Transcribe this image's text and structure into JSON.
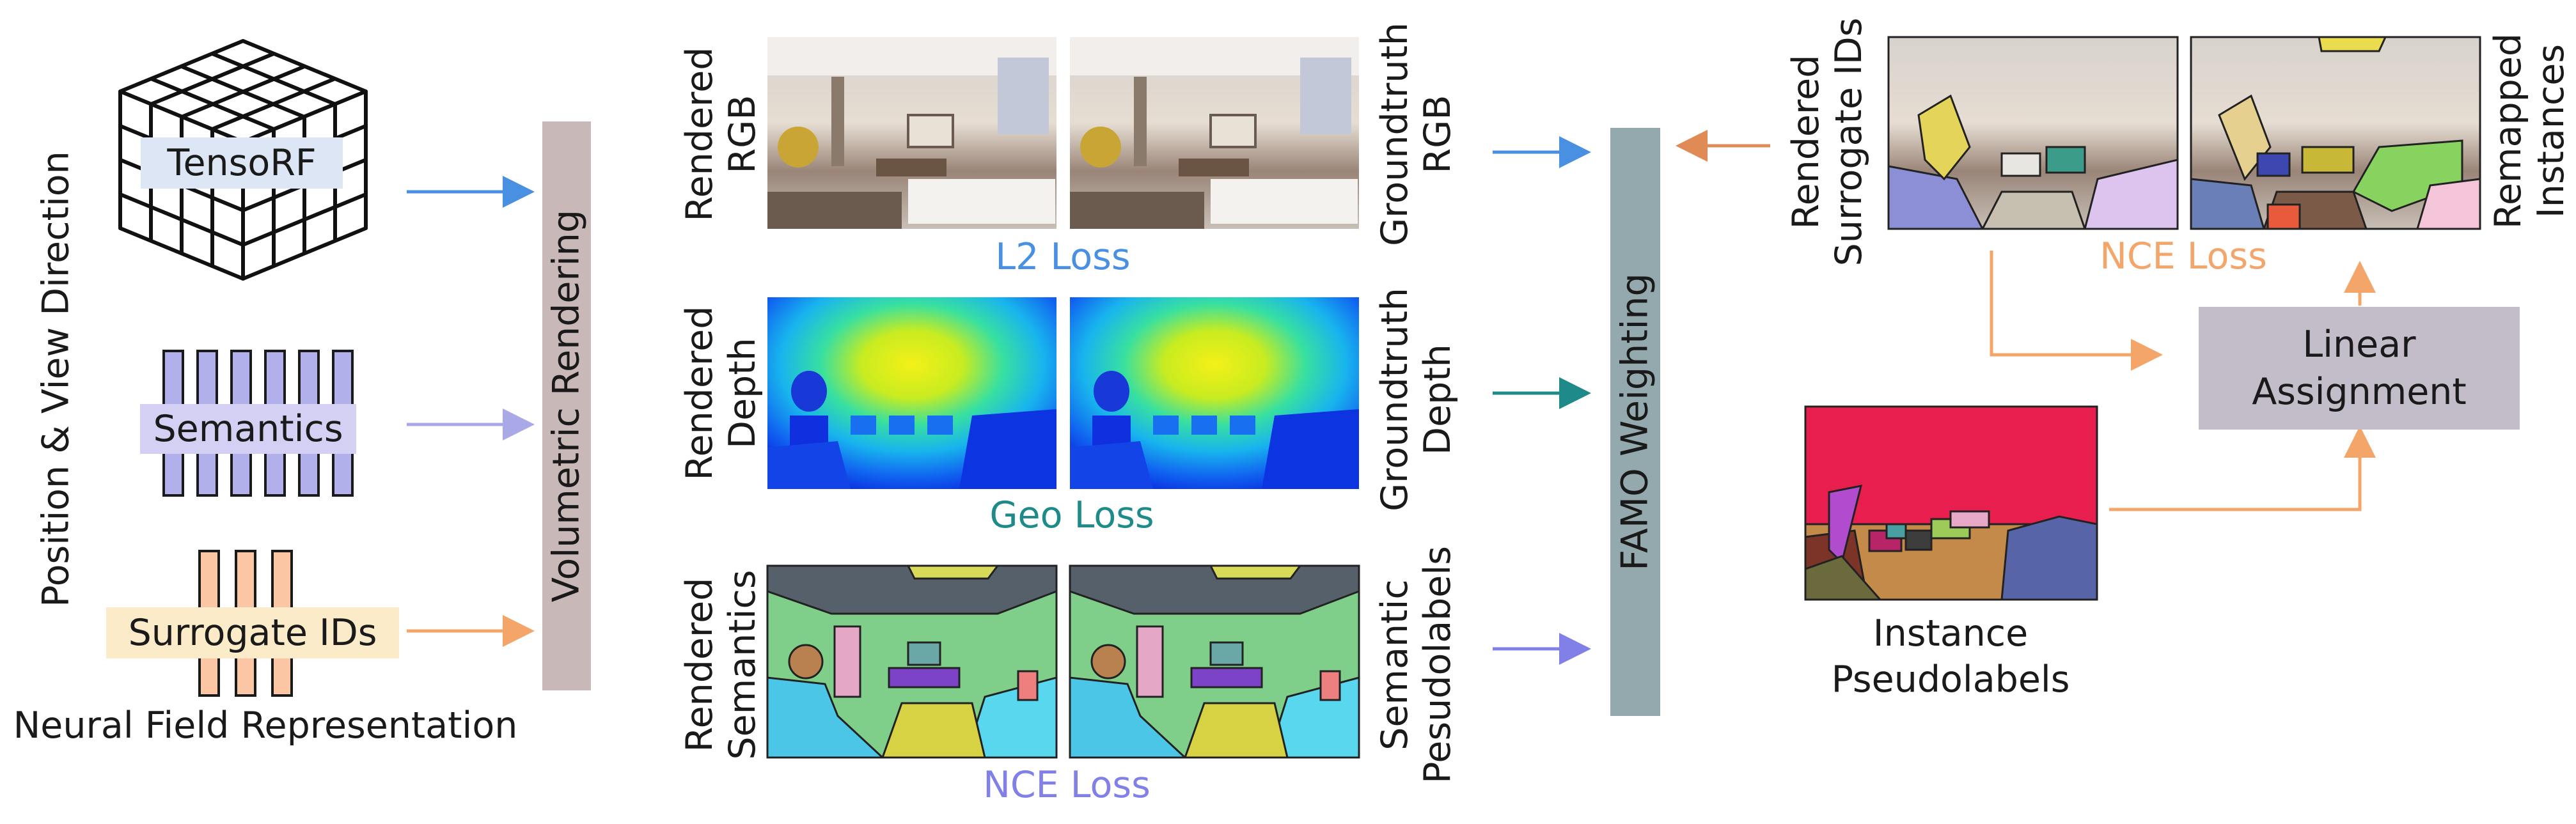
{
  "neural_field": {
    "side_label": "Position & View Direction",
    "tensorf_label": "TensoRF",
    "semantics_label": "Semantics",
    "surrogate_label": "Surrogate IDs",
    "caption": "Neural Field Representation"
  },
  "volumetric_rendering": {
    "label": "Volumetric Rendering"
  },
  "rgb_row": {
    "rendered_label": "Rendered\nRGB",
    "groundtruth_label": "Groundtruth\nRGB",
    "loss_label": "L2 Loss"
  },
  "depth_row": {
    "rendered_label": "Rendered\nDepth",
    "groundtruth_label": "Groundtruth\nDepth",
    "loss_label": "Geo Loss"
  },
  "semantics_row": {
    "rendered_label": "Rendered\nSemantics",
    "groundtruth_label": "Semantic\nPesudolabels",
    "loss_label": "NCE Loss"
  },
  "famo": {
    "label": "FAMO Weighting"
  },
  "instance_branch": {
    "rendered_label": "Rendered\nSurrogate IDs",
    "remapped_label": "Remapped\nInstances",
    "loss_label": "NCE Loss",
    "assignment_label": "Linear\nAssignment",
    "pseudolabels_label": "Instance\nPseudolabels"
  },
  "colors": {
    "rgb_arrow": "#4a90e2",
    "depth_arrow": "#1f8a8a",
    "semantics_arrow": "#8080e8",
    "instance_arrow": "#f4a56a",
    "volumetric_box": "#c9b8b8",
    "famo_box": "#94a9ad",
    "assignment_box": "#c2bdc9",
    "semantics_box": "#d3d0f4",
    "surrogate_box": "#fcebc9",
    "tensorf_box": "#dde6f4"
  }
}
